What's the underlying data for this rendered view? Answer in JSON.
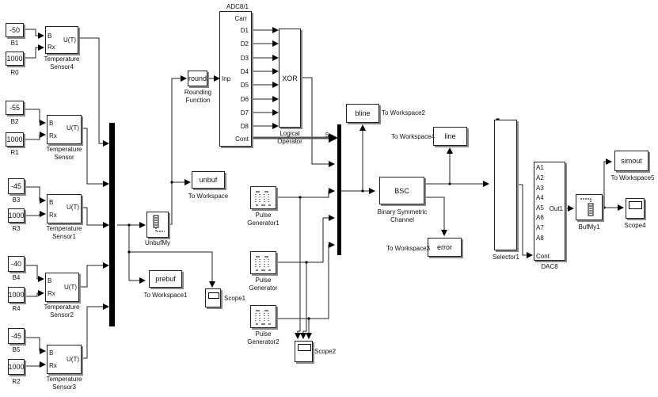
{
  "diagram": {
    "constants": [
      {
        "value": "-50",
        "label": "B1"
      },
      {
        "value": "1000",
        "label": "R0"
      },
      {
        "value": "-55",
        "label": "B2"
      },
      {
        "value": "1000",
        "label": "R1"
      },
      {
        "value": "-45",
        "label": "B3"
      },
      {
        "value": "1000",
        "label": "R3"
      },
      {
        "value": "-40",
        "label": "B4"
      },
      {
        "value": "1000",
        "label": "R4"
      },
      {
        "value": "-45",
        "label": "B5"
      },
      {
        "value": "1000",
        "label": "R2"
      }
    ],
    "sensors": [
      {
        "in1": "B",
        "in2": "Rx",
        "out": "U(T)",
        "label_l1": "Temperature",
        "label_l2": "Sensor4"
      },
      {
        "in1": "B",
        "in2": "Rx",
        "out": "U(T)",
        "label_l1": "Temperature",
        "label_l2": "Sensor"
      },
      {
        "in1": "B",
        "in2": "Rx",
        "out": "U(T)",
        "label_l1": "Temperature",
        "label_l2": "Sensor1"
      },
      {
        "in1": "B",
        "in2": "Rx",
        "out": "U(T)",
        "label_l1": "Temperature",
        "label_l2": "Sensor2"
      },
      {
        "in1": "B",
        "in2": "Rx",
        "out": "U(T)",
        "label_l1": "Temperature",
        "label_l2": "Sensor3"
      }
    ],
    "rounding": {
      "text": "round",
      "label_l1": "Rounding",
      "label_l2": "Function"
    },
    "adc": {
      "title": "ADC8/1",
      "in_port": "Inp",
      "carry_port": "Carr",
      "out_ports": [
        "D1",
        "D2",
        "D3",
        "D4",
        "D5",
        "D6",
        "D7",
        "D8"
      ],
      "cont_port": "Cont",
      "bus_width": "5"
    },
    "xor": {
      "text": "XOR",
      "label_l1": "Logical",
      "label_l2": "Operator"
    },
    "unbufmy": {
      "label": "UnbufMy"
    },
    "workspaces": {
      "unbuf": {
        "var": "unbuf",
        "label": "To Workspace"
      },
      "prebuf": {
        "var": "prebuf",
        "label": "To Workspace1"
      },
      "bline": {
        "var": "bline",
        "label": "To Workspace2"
      },
      "line": {
        "var": "line",
        "label": "To Workspace4"
      },
      "error": {
        "var": "error",
        "label": "To Workspace3"
      },
      "simout": {
        "var": "simout",
        "label": "To Workspace5"
      }
    },
    "scopes": {
      "scope1": "Scope1",
      "scope2": "Scope2",
      "scope4": "Scope4"
    },
    "pulse_generators": [
      {
        "label_l1": "Pulse",
        "label_l2": "Generator1"
      },
      {
        "label_l1": "Pulse",
        "label_l2": "Generator"
      },
      {
        "label_l1": "Pulse",
        "label_l2": "Generator2"
      }
    ],
    "bsc": {
      "text": "BSC",
      "label_l1": "Binary Symmetric",
      "label_l2": "Channel"
    },
    "selector": {
      "label": "Selector1"
    },
    "dac": {
      "in_ports": [
        "A1",
        "A2",
        "A3",
        "A4",
        "A5",
        "A6",
        "A7",
        "A8"
      ],
      "cont_port": "Cont",
      "out_port": "Out1",
      "label": "DAC8"
    },
    "bufmy": {
      "label": "BufMy1"
    }
  }
}
